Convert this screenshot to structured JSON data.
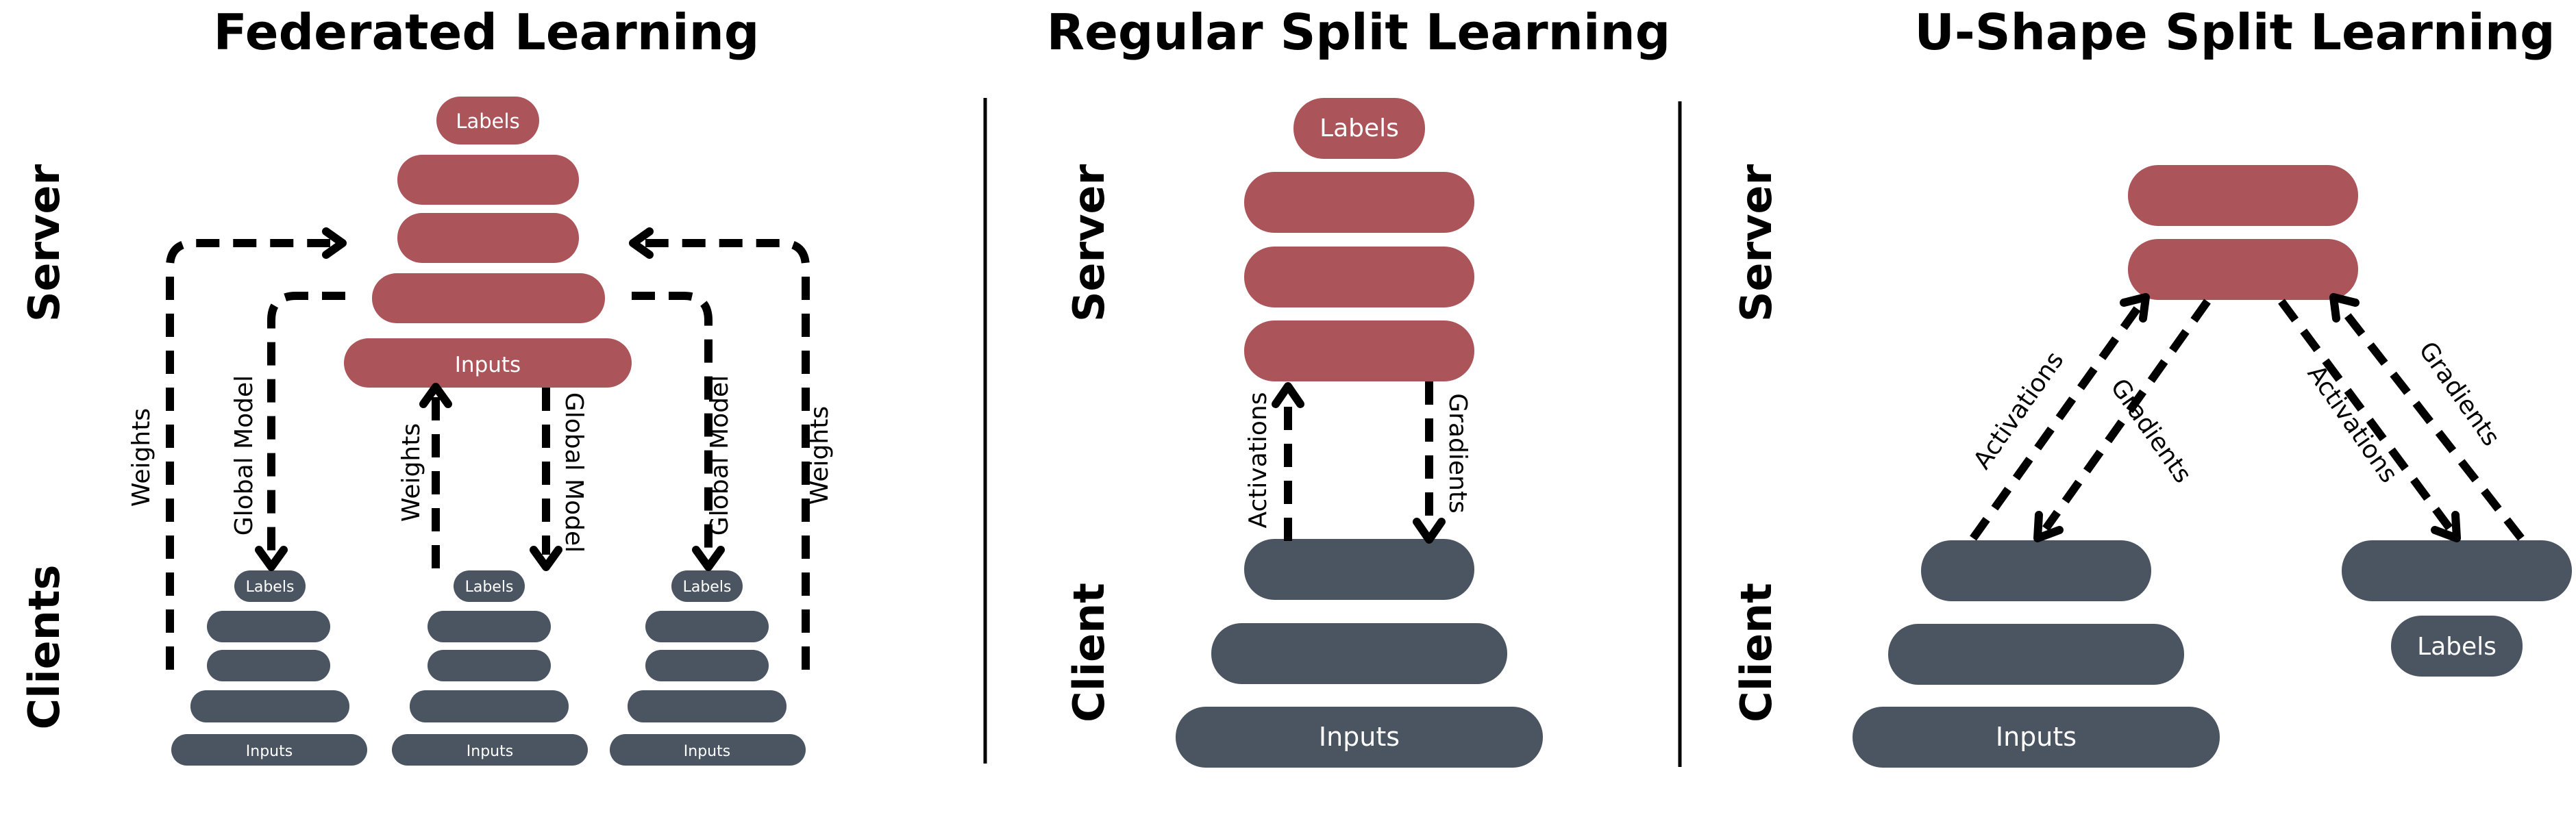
{
  "panels": [
    {
      "title": "Federated Learning",
      "server_label": "Server",
      "client_label": "Clients",
      "server_stack": {
        "top": "Labels",
        "bottom": "Inputs"
      },
      "client_stack": {
        "top": "Labels",
        "bottom": "Inputs"
      },
      "arrow_labels": {
        "outer": "Weights",
        "inner": "Global Model"
      }
    },
    {
      "title": "Regular Split Learning",
      "server_label": "Server",
      "client_label": "Client",
      "server_stack": {
        "top": "Labels"
      },
      "client_stack": {
        "bottom": "Inputs"
      },
      "arrow_labels": {
        "up": "Activations",
        "down": "Gradients"
      }
    },
    {
      "title": "U-Shape Split Learning",
      "server_label": "Server",
      "client_label": "Client",
      "client_stack": {
        "bottom": "Inputs",
        "labels": "Labels"
      },
      "arrow_labels": {
        "activations": "Activations",
        "gradients": "Gradients"
      }
    }
  ],
  "colors": {
    "server": "#ab5459",
    "client": "#4a5561"
  }
}
